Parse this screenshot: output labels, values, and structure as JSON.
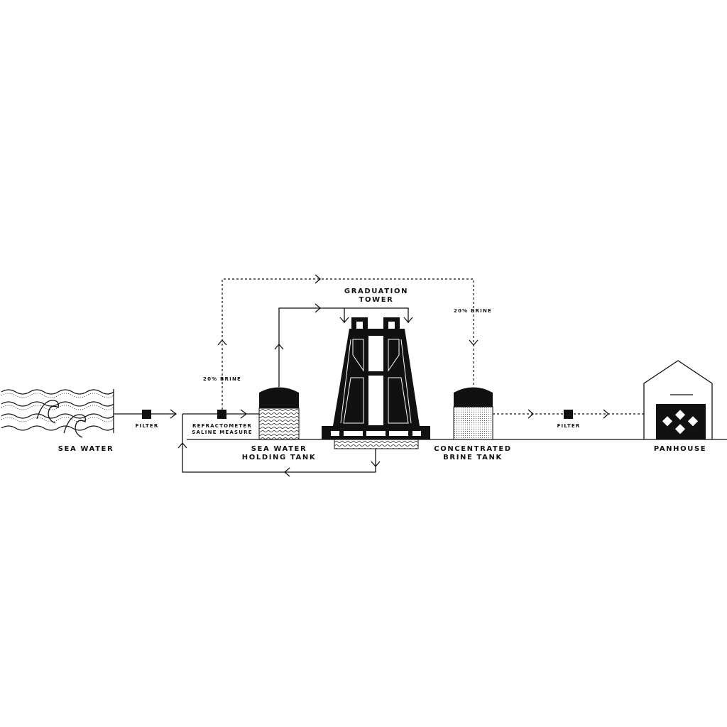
{
  "diagram": {
    "sea_water": "SEA WATER",
    "filter_1": "FILTER",
    "refractometer_line1": "REFRACTOMETER",
    "refractometer_line2": "SALINE MEASURE",
    "brine_label_left": "20% BRINE",
    "brine_label_right": "20% BRINE",
    "holding_tank_line1": "SEA WATER",
    "holding_tank_line2": "HOLDING TANK",
    "tower_line1": "GRADUATION",
    "tower_line2": "TOWER",
    "brine_tank_line1": "CONCENTRATED",
    "brine_tank_line2": "BRINE TANK",
    "filter_2": "FILTER",
    "panhouse": "PANHOUSE"
  },
  "colors": {
    "ink": "#111111",
    "background": "#ffffff"
  }
}
